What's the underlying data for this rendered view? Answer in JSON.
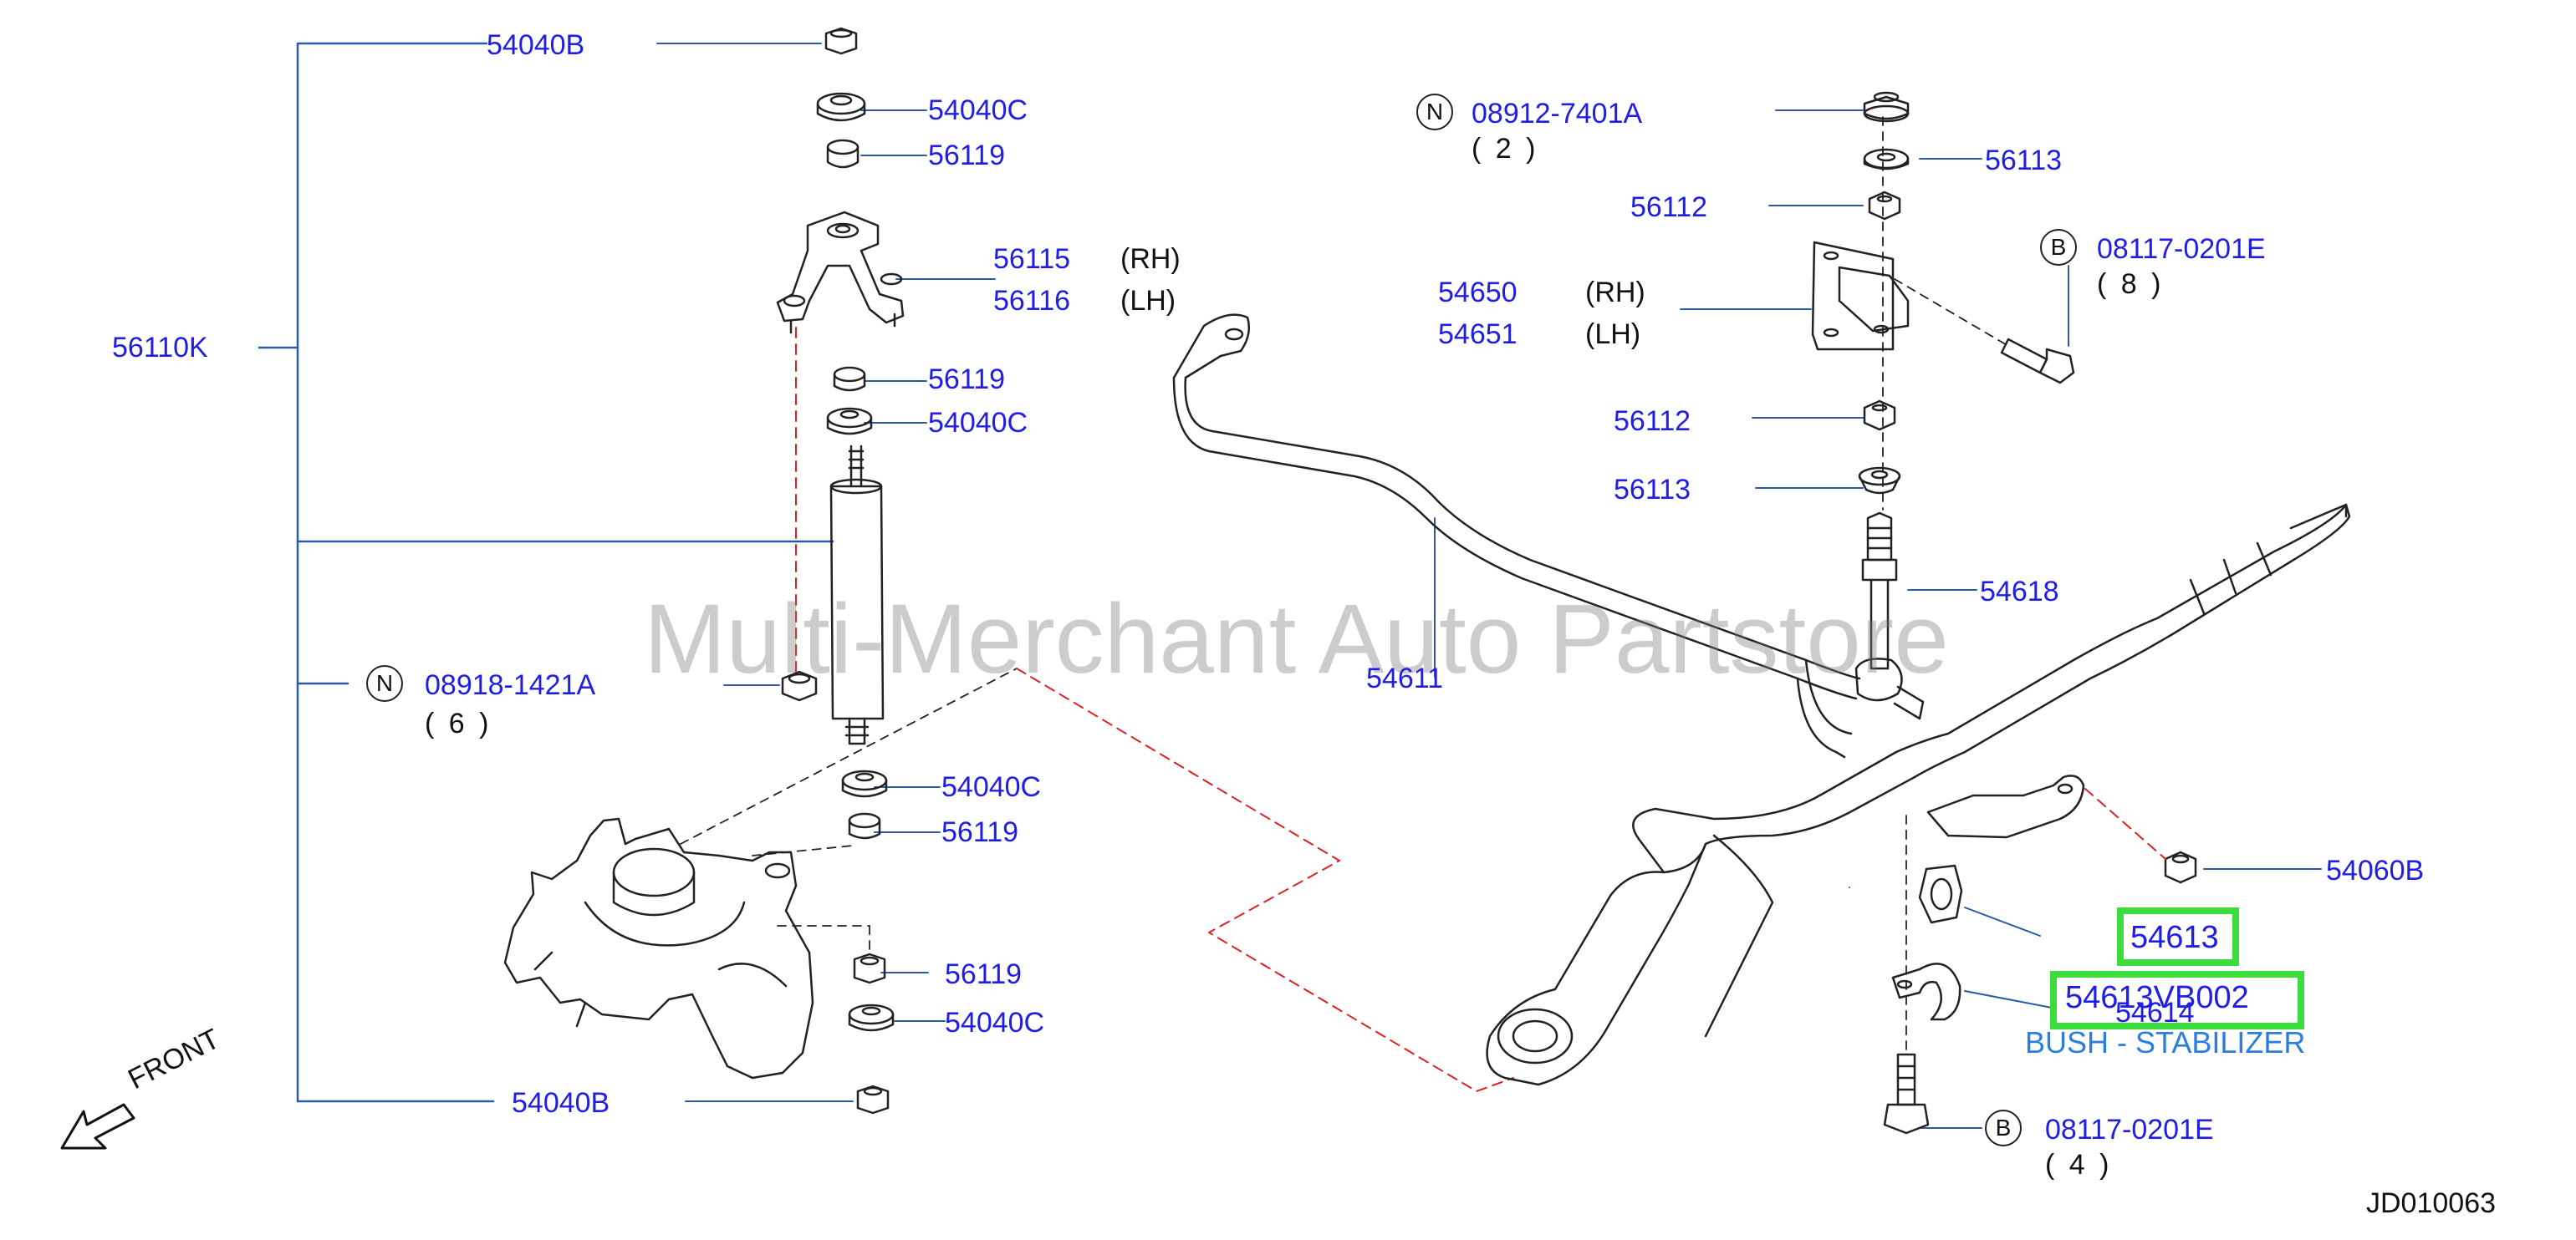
{
  "watermark": "Multi-Merchant Auto Partstore",
  "front_label": "FRONT",
  "diagram_code": "JD010063",
  "left_group": {
    "assembly_label": "56110K",
    "top_nut": "54040B",
    "upper_bush_1": "54040C",
    "upper_bush_2": "56119",
    "bracket_rh": "56115",
    "bracket_lh": "56116",
    "rh": "(RH)",
    "lh": "(LH)",
    "mid_bush_1": "56119",
    "mid_bush_2": "54040C",
    "nut_badge": "N",
    "nut_part": "08918-1421A",
    "nut_qty": "( 6 )",
    "lower_bush_1": "54040C",
    "lower_bush_2": "56119",
    "bottom_bush_1": "56119",
    "bottom_bush_2": "54040C",
    "bottom_nut": "54040B"
  },
  "right_group": {
    "nut_badge": "N",
    "nut_part": "08912-7401A",
    "nut_qty": "( 2 )",
    "washer_top": "56113",
    "bush_top": "56112",
    "bolt_badge": "B",
    "bolt_part": "08117-0201E",
    "bolt_qty": "( 8 )",
    "bracket_rh": "54650",
    "bracket_lh": "54651",
    "rh": "(RH)",
    "lh": "(LH)",
    "bush_mid": "56112",
    "washer_mid": "56113",
    "link_rod": "54618",
    "stabilizer": "54611",
    "nut_end": "54060B",
    "bush_stabilizer": "54613",
    "bush_alt_part": "54613VB002",
    "clamp": "54614",
    "bush_description": "BUSH - STABILIZER",
    "bottom_bolt_badge": "B",
    "bottom_bolt_part": "08117-0201E",
    "bottom_bolt_qty": "( 4 )"
  },
  "colors": {
    "label_blue": "#1e1ee6",
    "description_blue": "#2a7ee0",
    "highlight_green": "#3ddc3d",
    "leader_red": "#e02020",
    "line_art": "#222222"
  }
}
